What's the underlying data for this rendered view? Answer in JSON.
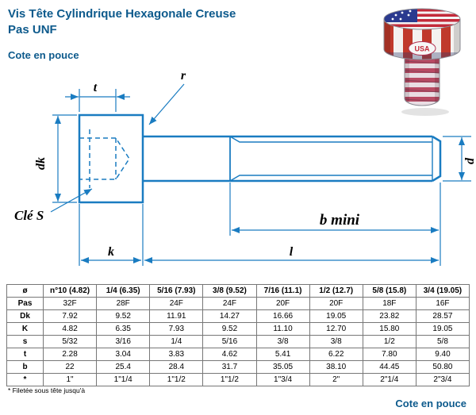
{
  "page": {
    "title_line1": "Vis Tête Cylindrique Hexagonale Creuse",
    "title_line2": "Pas UNF",
    "subtitle": "Cote en pouce",
    "footer_note": "* Filetée sous tête jusqu'à",
    "footer_caption": "Cote en pouce"
  },
  "drawing": {
    "labels": {
      "t": "t",
      "r": "r",
      "dk": "dk",
      "d": "d",
      "cle_s": "Clé S",
      "k": "k",
      "l": "l",
      "b_mini": "b mini"
    }
  },
  "flag_screw": {
    "usa_label": "USA"
  },
  "table": {
    "columns": [
      "ø",
      "n°10 (4.82)",
      "1/4 (6.35)",
      "5/16 (7.93)",
      "3/8 (9.52)",
      "7/16 (11.1)",
      "1/2 (12.7)",
      "5/8 (15.8)",
      "3/4 (19.05)"
    ],
    "rows": [
      {
        "label": "Pas",
        "values": [
          "32F",
          "28F",
          "24F",
          "24F",
          "20F",
          "20F",
          "18F",
          "16F"
        ]
      },
      {
        "label": "Dk",
        "values": [
          "7.92",
          "9.52",
          "11.91",
          "14.27",
          "16.66",
          "19.05",
          "23.82",
          "28.57"
        ]
      },
      {
        "label": "K",
        "values": [
          "4.82",
          "6.35",
          "7.93",
          "9.52",
          "11.10",
          "12.70",
          "15.80",
          "19.05"
        ]
      },
      {
        "label": "s",
        "values": [
          "5/32",
          "3/16",
          "1/4",
          "5/16",
          "3/8",
          "3/8",
          "1/2",
          "5/8"
        ]
      },
      {
        "label": "t",
        "values": [
          "2.28",
          "3.04",
          "3.83",
          "4.62",
          "5.41",
          "6.22",
          "7.80",
          "9.40"
        ]
      },
      {
        "label": "b",
        "values": [
          "22",
          "25.4",
          "28.4",
          "31.7",
          "35.05",
          "38.10",
          "44.45",
          "50.80"
        ]
      },
      {
        "label": "*",
        "values": [
          "1\"",
          "1\"1/4",
          "1\"1/2",
          "1\"1/2",
          "1\"3/4",
          "2\"",
          "2\"1/4",
          "2\"3/4"
        ]
      }
    ]
  },
  "colors": {
    "title_blue": "#0d5a8c",
    "drawing_blue": "#1a7cc1"
  }
}
